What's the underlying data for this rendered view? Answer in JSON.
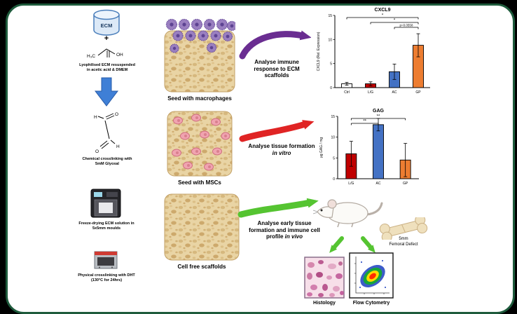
{
  "colors": {
    "page_bg": "#000000",
    "panel_border": "#1e5b3c",
    "panel_bg": "#ffffff",
    "arrow_purple": "#6a2d91",
    "arrow_red": "#e02424",
    "arrow_green": "#55c431",
    "down_arrow_blue": "#3f7fd6"
  },
  "protocol": {
    "ecm_label": "ECM",
    "plus_sign": "+",
    "acetic_acid": {
      "methyl": "H₃C",
      "hydroxyl": "OH"
    },
    "glyoxal_atoms": {
      "h_top": "H",
      "o_top": "O",
      "o_bottom": "O",
      "h_bottom": "H"
    },
    "steps": [
      "Lyophilised ECM resuspended in acetic acid & DMEM",
      "Chemical crosslinking with 5mM Glyoxal",
      "Freeze-drying ECM solution in 5x5mm moulds",
      "Physical crosslinking with DHT (130°C for 24hrs)"
    ]
  },
  "scaffolds": {
    "macrophage_label": "Seed with macrophages",
    "msc_label": "Seed with MSCs",
    "cell_free_label": "Cell free scaffolds"
  },
  "analyses": {
    "immune": {
      "text": "Analyse immune response to ECM scaffolds",
      "italic": ""
    },
    "tissue": {
      "text": "Analyse tissue formation",
      "italic": "in vitro"
    },
    "in_vivo": {
      "text": "Analyse early tissue formation and immune cell profile",
      "italic": "in vivo"
    }
  },
  "in_vivo": {
    "defect_size": "5mm",
    "defect_label": "Femoral Defect",
    "histology_label": "Histology",
    "flow_label": "Flow Cytometry"
  },
  "chart_data": [
    {
      "type": "bar",
      "title": "CXCL9",
      "ylabel": "CXCL9 (Rel. Expression)",
      "categories": [
        "Ctrl",
        "L/G",
        "AC",
        "GP"
      ],
      "values": [
        0.8,
        0.8,
        3.3,
        8.8
      ],
      "errors": [
        0.3,
        0.4,
        1.6,
        2.4
      ],
      "colors": [
        "#ffffff",
        "#c00000",
        "#4472c4",
        "#ed7d31"
      ],
      "ylim": [
        0,
        15
      ],
      "yticks": [
        0,
        5,
        10,
        15
      ],
      "significance": [
        {
          "from": 0,
          "to": 3,
          "label": "*"
        },
        {
          "from": 1,
          "to": 3,
          "label": "*"
        },
        {
          "from": 2,
          "to": 3,
          "label": "p=0.0558"
        }
      ]
    },
    {
      "type": "bar",
      "title": "GAG",
      "ylabel": "µg GAG / mg",
      "categories": [
        "L/G",
        "AC",
        "GP"
      ],
      "values": [
        6,
        13,
        4.5
      ],
      "errors": [
        3,
        1.5,
        4
      ],
      "colors": [
        "#c00000",
        "#4472c4",
        "#ed7d31"
      ],
      "ylim": [
        0,
        15
      ],
      "yticks": [
        0,
        5,
        10,
        15
      ],
      "significance": [
        {
          "from": 0,
          "to": 2,
          "label": "**"
        },
        {
          "from": 0,
          "to": 1,
          "label": "**"
        }
      ]
    }
  ]
}
